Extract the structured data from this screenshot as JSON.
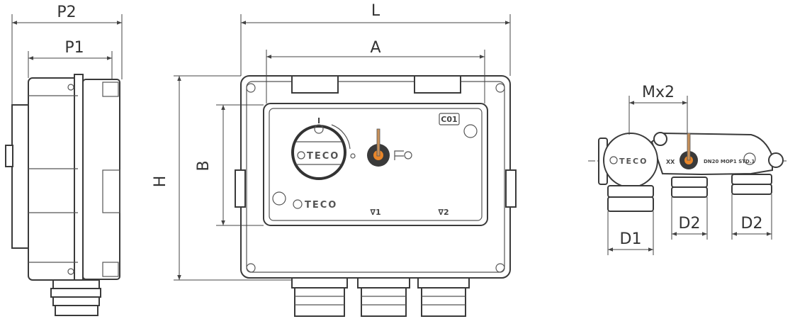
{
  "dimensions": {
    "p2": "P2",
    "p1": "P1",
    "l": "L",
    "a": "A",
    "h": "H",
    "b": "B",
    "mx2": "Mx2",
    "d1": "D1",
    "d2_left": "D2",
    "d2_right": "D2"
  },
  "front_panel": {
    "code": "C01",
    "switch_mark": "I",
    "outlet_1": "∇1",
    "outlet_2": "∇2",
    "brand": "TECO"
  },
  "right_view": {
    "brand": "TECO",
    "marking": "DN20 MOP1 STD.1",
    "xx": "XX"
  },
  "colors": {
    "line": "#3a3a3a",
    "accent_orange": "#e8862a",
    "knob_dark": "#3a3a3a"
  }
}
